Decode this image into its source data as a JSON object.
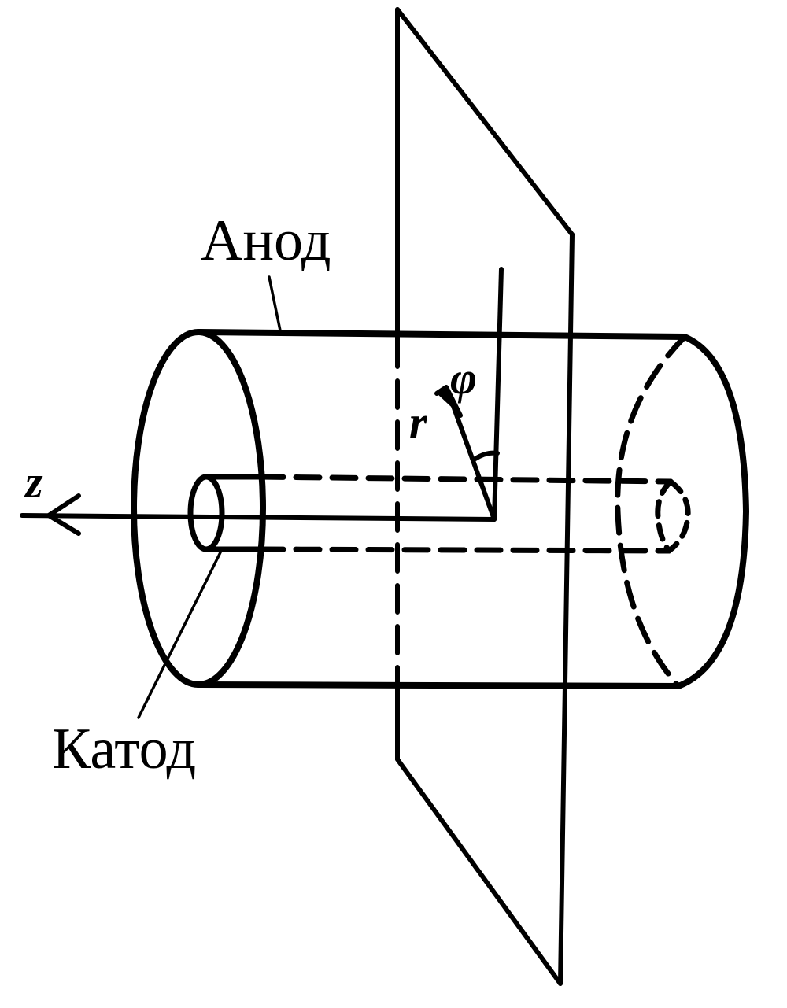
{
  "labels": {
    "anode": "Анод",
    "cathode": "Катод",
    "axis_z": "z",
    "radius": "r",
    "angle": "φ"
  },
  "colors": {
    "ink": "#000000",
    "paper": "#ffffff"
  }
}
